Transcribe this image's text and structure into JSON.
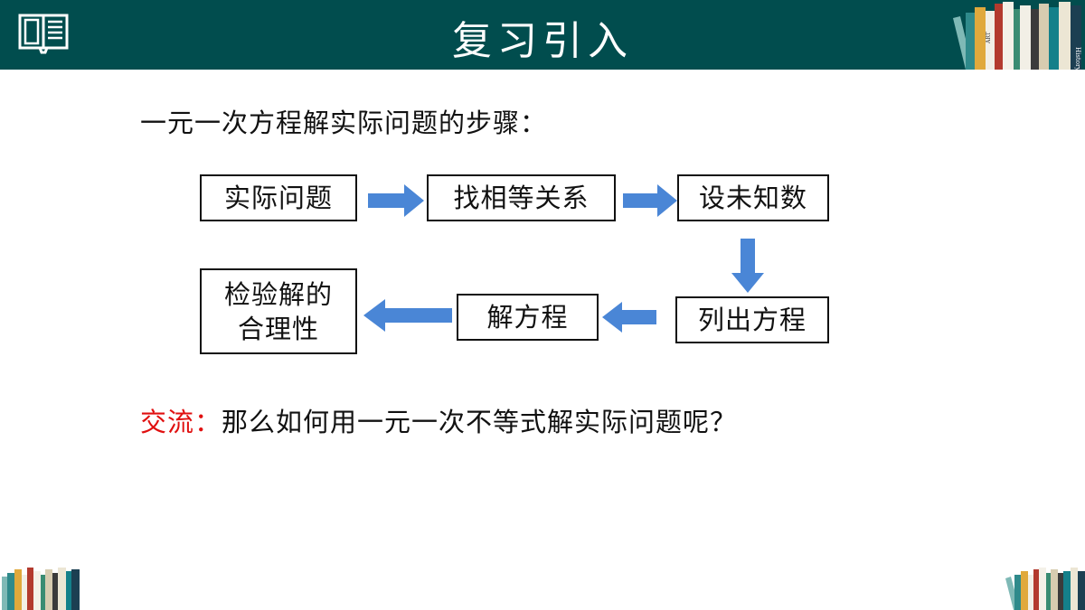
{
  "header": {
    "title": "复习引入",
    "book_spine_labels": [
      "ART",
      "History"
    ]
  },
  "intro": "一元一次方程解实际问题的步骤：",
  "steps": {
    "s1": "实际问题",
    "s2": "找相等关系",
    "s3": "设未知数",
    "s4": "列出方程",
    "s5": "解方程",
    "s6_line1": "检验解的",
    "s6_line2": "合理性"
  },
  "exchange": {
    "label": "交流：",
    "question": "那么如何用一元一次不等式解实际问题呢？"
  },
  "colors": {
    "header_bg": "#014d4e",
    "arrow": "#4a86d6",
    "label_red": "#e01010"
  }
}
